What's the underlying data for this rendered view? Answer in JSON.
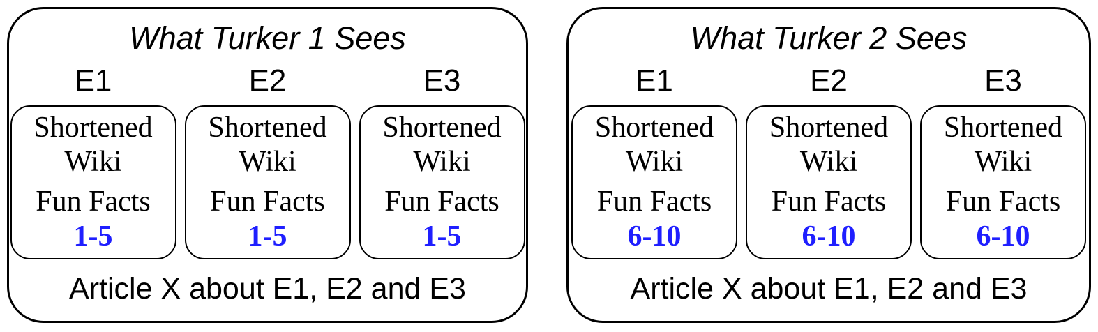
{
  "figure": {
    "background": "#ffffff",
    "border_color": "#000000",
    "accent_blue": "#1f1fff"
  },
  "panels": [
    {
      "title": "What Turker 1 Sees",
      "footer": "Article X about E1, E2 and E3",
      "columns": [
        {
          "label": "E1",
          "box": {
            "source": "Shortened Wiki",
            "content": "Fun Facts",
            "range": "1-5"
          }
        },
        {
          "label": "E2",
          "box": {
            "source": "Shortened Wiki",
            "content": "Fun Facts",
            "range": "1-5"
          }
        },
        {
          "label": "E3",
          "box": {
            "source": "Shortened Wiki",
            "content": "Fun Facts",
            "range": "1-5"
          }
        }
      ]
    },
    {
      "title": "What Turker 2 Sees",
      "footer": "Article X about E1, E2 and E3",
      "columns": [
        {
          "label": "E1",
          "box": {
            "source": "Shortened Wiki",
            "content": "Fun Facts",
            "range": "6-10"
          }
        },
        {
          "label": "E2",
          "box": {
            "source": "Shortened Wiki",
            "content": "Fun Facts",
            "range": "6-10"
          }
        },
        {
          "label": "E3",
          "box": {
            "source": "Shortened Wiki",
            "content": "Fun Facts",
            "range": "6-10"
          }
        }
      ]
    }
  ]
}
